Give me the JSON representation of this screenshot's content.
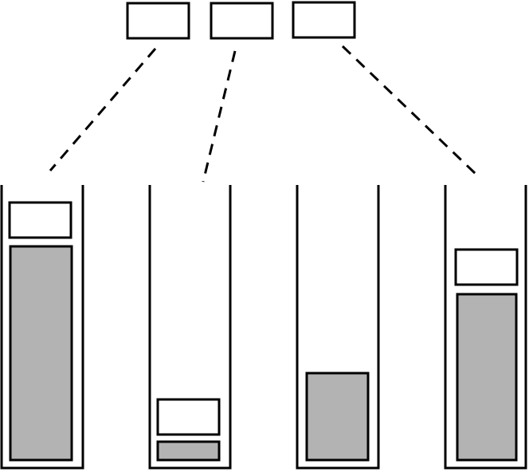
{
  "colors": {
    "background": "#ffffff",
    "stroke": "#000000",
    "fill_gray": "#b3b3b3",
    "fill_white": "#ffffff"
  },
  "blocks": [
    {
      "name": "top-block-1"
    },
    {
      "name": "top-block-2"
    },
    {
      "name": "top-block-3"
    }
  ],
  "tubes": [
    {
      "name": "tube-1",
      "contents": [
        "white-block",
        "gray-fill"
      ]
    },
    {
      "name": "tube-2",
      "contents": [
        "white-block",
        "gray-fill"
      ]
    },
    {
      "name": "tube-3",
      "contents": [
        "gray-fill"
      ]
    },
    {
      "name": "tube-4",
      "contents": [
        "white-block",
        "gray-fill"
      ]
    }
  ],
  "connectors": [
    {
      "from": "top-block-1",
      "to": "tube-1",
      "style": "dashed"
    },
    {
      "from": "top-block-2",
      "to": "tube-2",
      "style": "dashed"
    },
    {
      "from": "top-block-3",
      "to": "tube-4",
      "style": "dashed"
    }
  ]
}
